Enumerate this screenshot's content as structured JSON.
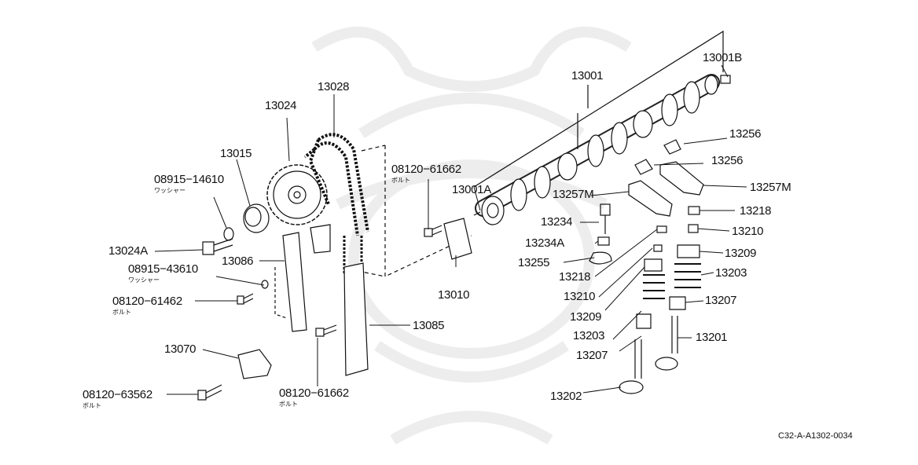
{
  "diagram": {
    "drawing_code": "C32-A-A1302-0034",
    "watermark": "samurai-crest-logo",
    "labels": {
      "l13001B": "13001B",
      "l13001": "13001",
      "l13028": "13028",
      "l13024": "13024",
      "l13015": "13015",
      "l08915_14610": "08915−14610",
      "l08915_14610_sub": "ワッシャー",
      "l08120_61662_top": "08120−61662",
      "l08120_61662_top_sub": "ボルト",
      "l13001A": "13001A",
      "l13256_a": "13256",
      "l13256_b": "13256",
      "l13257M_left": "13257M",
      "l13257M_right": "13257M",
      "l13234": "13234",
      "l13218_right": "13218",
      "l13234A": "13234A",
      "l13210_right": "13210",
      "l13024A": "13024A",
      "l13086": "13086",
      "l13255": "13255",
      "l13209_right": "13209",
      "l08915_43610": "08915−43610",
      "l08915_43610_sub": "ワッシャー",
      "l13218_left": "13218",
      "l13203_right": "13203",
      "l13010": "13010",
      "l13210_left": "13210",
      "l08120_61462": "08120−61462",
      "l08120_61462_sub": "ボルト",
      "l13207_right": "13207",
      "l13209_left": "13209",
      "l13085": "13085",
      "l13203_left": "13203",
      "l13201": "13201",
      "l13070": "13070",
      "l13207_left": "13207",
      "l08120_63562": "08120−63562",
      "l08120_63562_sub": "ボルト",
      "l08120_61662_bot": "08120−61662",
      "l08120_61662_bot_sub": "ボルト",
      "l13202": "13202"
    }
  }
}
